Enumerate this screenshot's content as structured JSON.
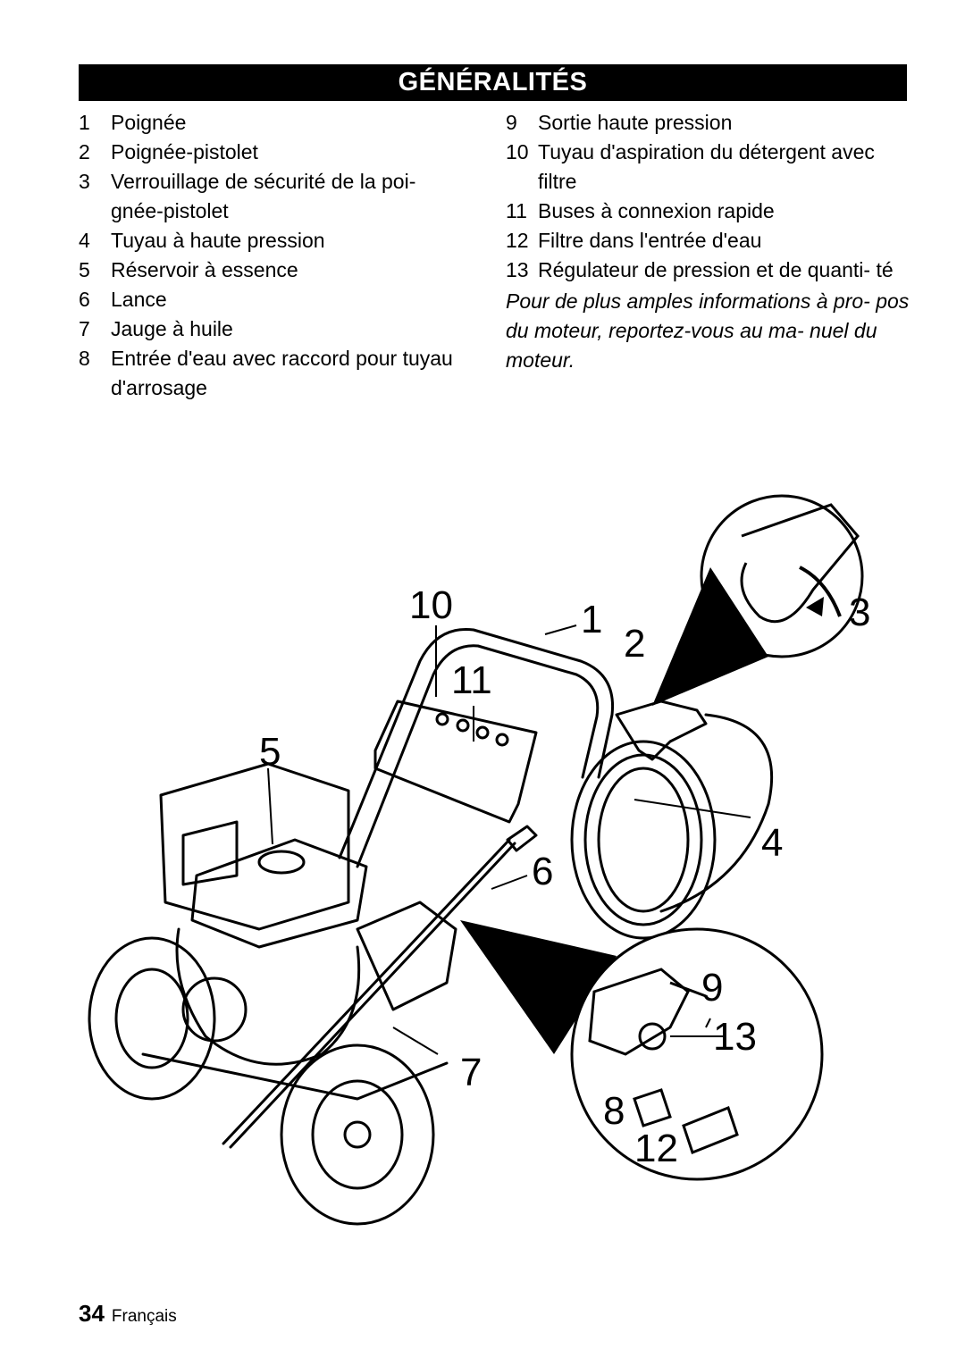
{
  "header": {
    "title": "GÉNÉRALITÉS"
  },
  "left_items": [
    {
      "num": "1",
      "text": "Poignée"
    },
    {
      "num": "2",
      "text": "Poignée-pistolet"
    },
    {
      "num": "3",
      "text": "Verrouillage de sécurité de la poi- gnée-pistolet"
    },
    {
      "num": "4",
      "text": "Tuyau à haute pression"
    },
    {
      "num": "5",
      "text": "Réservoir à essence"
    },
    {
      "num": "6",
      "text": "Lance"
    },
    {
      "num": "7",
      "text": "Jauge à huile"
    },
    {
      "num": "8",
      "text": "Entrée d'eau avec raccord pour tuyau d'arrosage"
    }
  ],
  "right_items": [
    {
      "num": "9",
      "text": "Sortie haute pression"
    },
    {
      "num": "10",
      "text": "Tuyau d'aspiration du détergent avec filtre"
    },
    {
      "num": "11",
      "text": "Buses à connexion rapide"
    },
    {
      "num": "12",
      "text": "Filtre dans l'entrée d'eau"
    },
    {
      "num": "13",
      "text": "Régulateur de pression et de quanti- té"
    }
  ],
  "note": "Pour de plus amples informations à pro- pos du moteur, reportez-vous au ma- nuel du moteur.",
  "figure": {
    "callouts": [
      "10",
      "1",
      "3",
      "2",
      "11",
      "5",
      "4",
      "6",
      "9",
      "13",
      "7",
      "8",
      "12"
    ]
  },
  "footer": {
    "page_number": "34",
    "language": "Français"
  }
}
